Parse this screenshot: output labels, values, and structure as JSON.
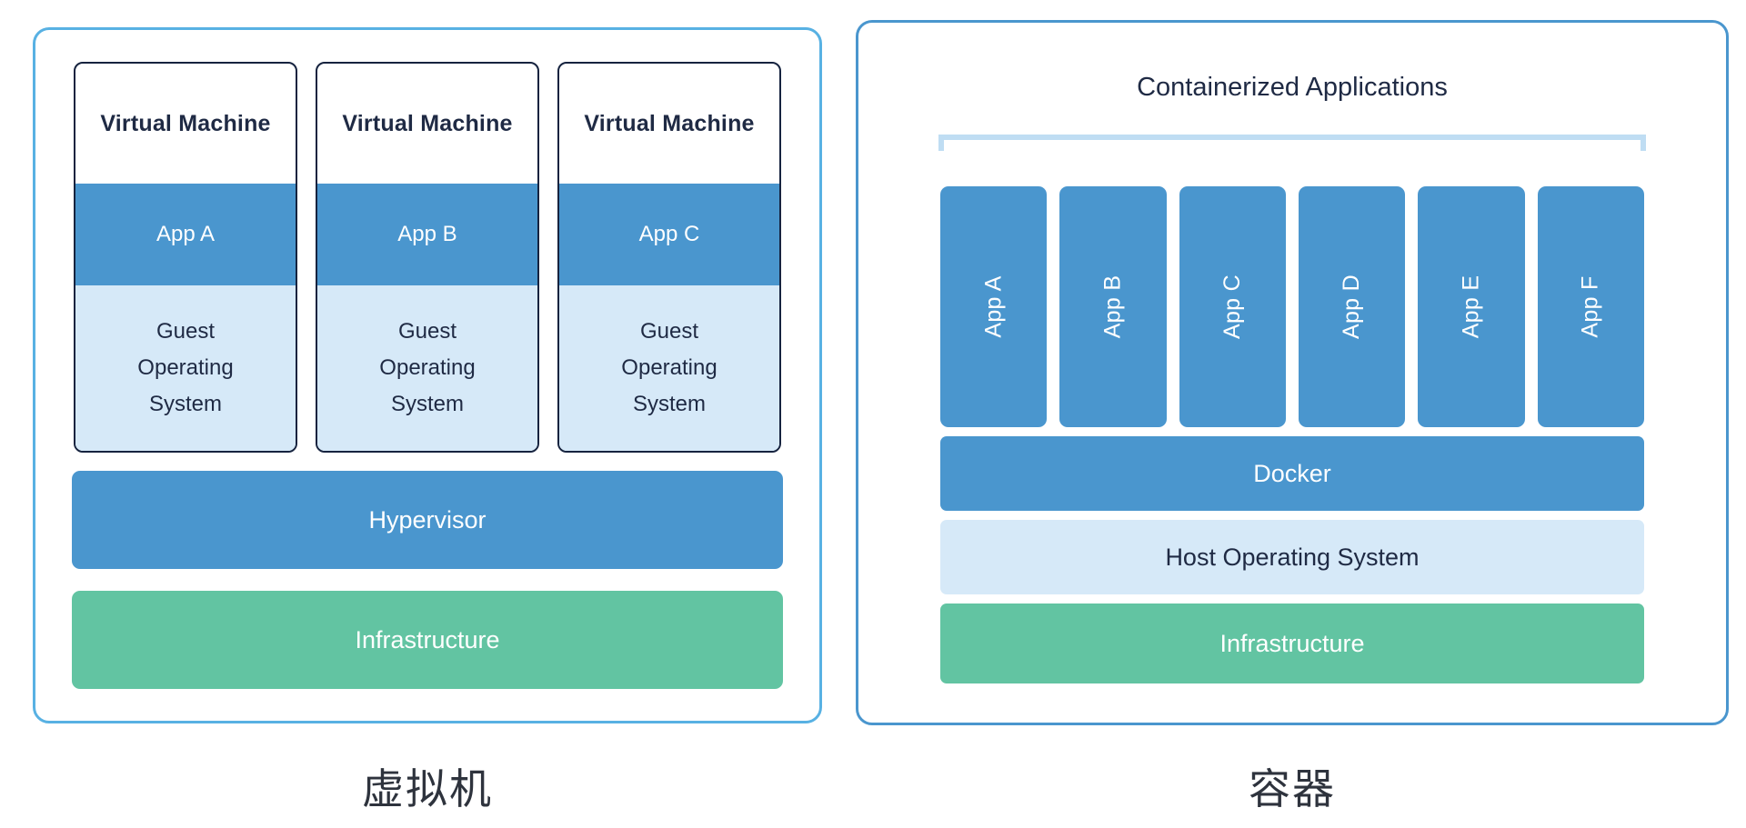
{
  "left_panel": {
    "caption": "虚拟机",
    "vms": [
      {
        "title": "Virtual Machine",
        "app": "App A",
        "os": "Guest Operating System"
      },
      {
        "title": "Virtual Machine",
        "app": "App B",
        "os": "Guest Operating System"
      },
      {
        "title": "Virtual Machine",
        "app": "App C",
        "os": "Guest Operating System"
      }
    ],
    "hypervisor": "Hypervisor",
    "infrastructure": "Infrastructure"
  },
  "right_panel": {
    "caption": "容器",
    "title": "Containerized Applications",
    "apps": [
      "App A",
      "App B",
      "App C",
      "App D",
      "App E",
      "App F"
    ],
    "docker": "Docker",
    "host_os": "Host Operating System",
    "infrastructure": "Infrastructure"
  },
  "colors": {
    "blue": "#4A96CE",
    "light_blue": "#D6E9F8",
    "green": "#62C4A2",
    "navy_text": "#1F2A44",
    "vm_border": "#16233F",
    "left_panel_border": "#58B1E3",
    "right_panel_border": "#4A96CE",
    "bracket": "#BFDDF3"
  }
}
